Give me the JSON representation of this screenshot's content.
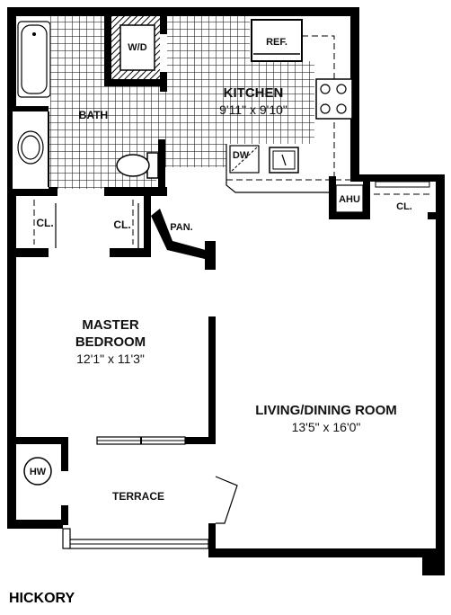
{
  "plan_name": "HICKORY",
  "rooms": {
    "kitchen": {
      "name": "KITCHEN",
      "dims": "9'11\" x 9'10\""
    },
    "bath": {
      "name": "BATH"
    },
    "master_bedroom": {
      "name_line1": "MASTER",
      "name_line2": "BEDROOM",
      "dims": "12'1\" x 11'3\""
    },
    "living_dining": {
      "name": "LIVING/DINING ROOM",
      "dims": "13'5\" x 16'0\""
    },
    "terrace": {
      "name": "TERRACE"
    }
  },
  "fixtures": {
    "washer_dryer": "W/D",
    "refrigerator": "REF.",
    "dishwasher": "DW",
    "pantry": "PAN.",
    "air_handler": "AHU",
    "closet_left": "CL.",
    "closet_middle": "CL.",
    "closet_right": "CL.",
    "water_heater": "HW"
  }
}
